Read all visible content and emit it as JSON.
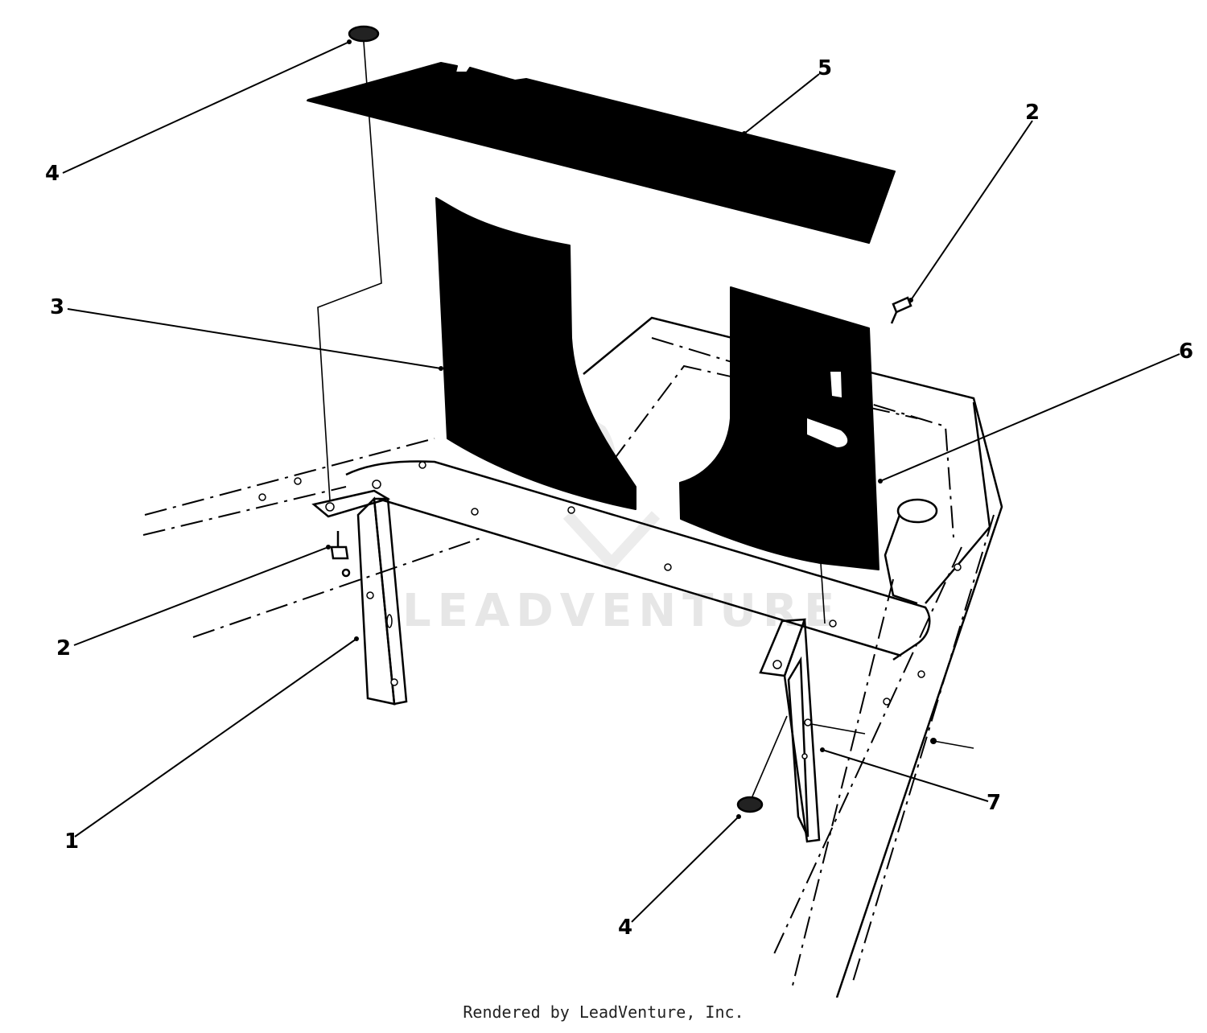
{
  "diagram": {
    "callouts": [
      "4",
      "5",
      "2",
      "3",
      "6",
      "2",
      "1",
      "4",
      "7"
    ],
    "watermark": "LEADVENTURE",
    "footer": "Rendered by LeadVenture, Inc."
  }
}
